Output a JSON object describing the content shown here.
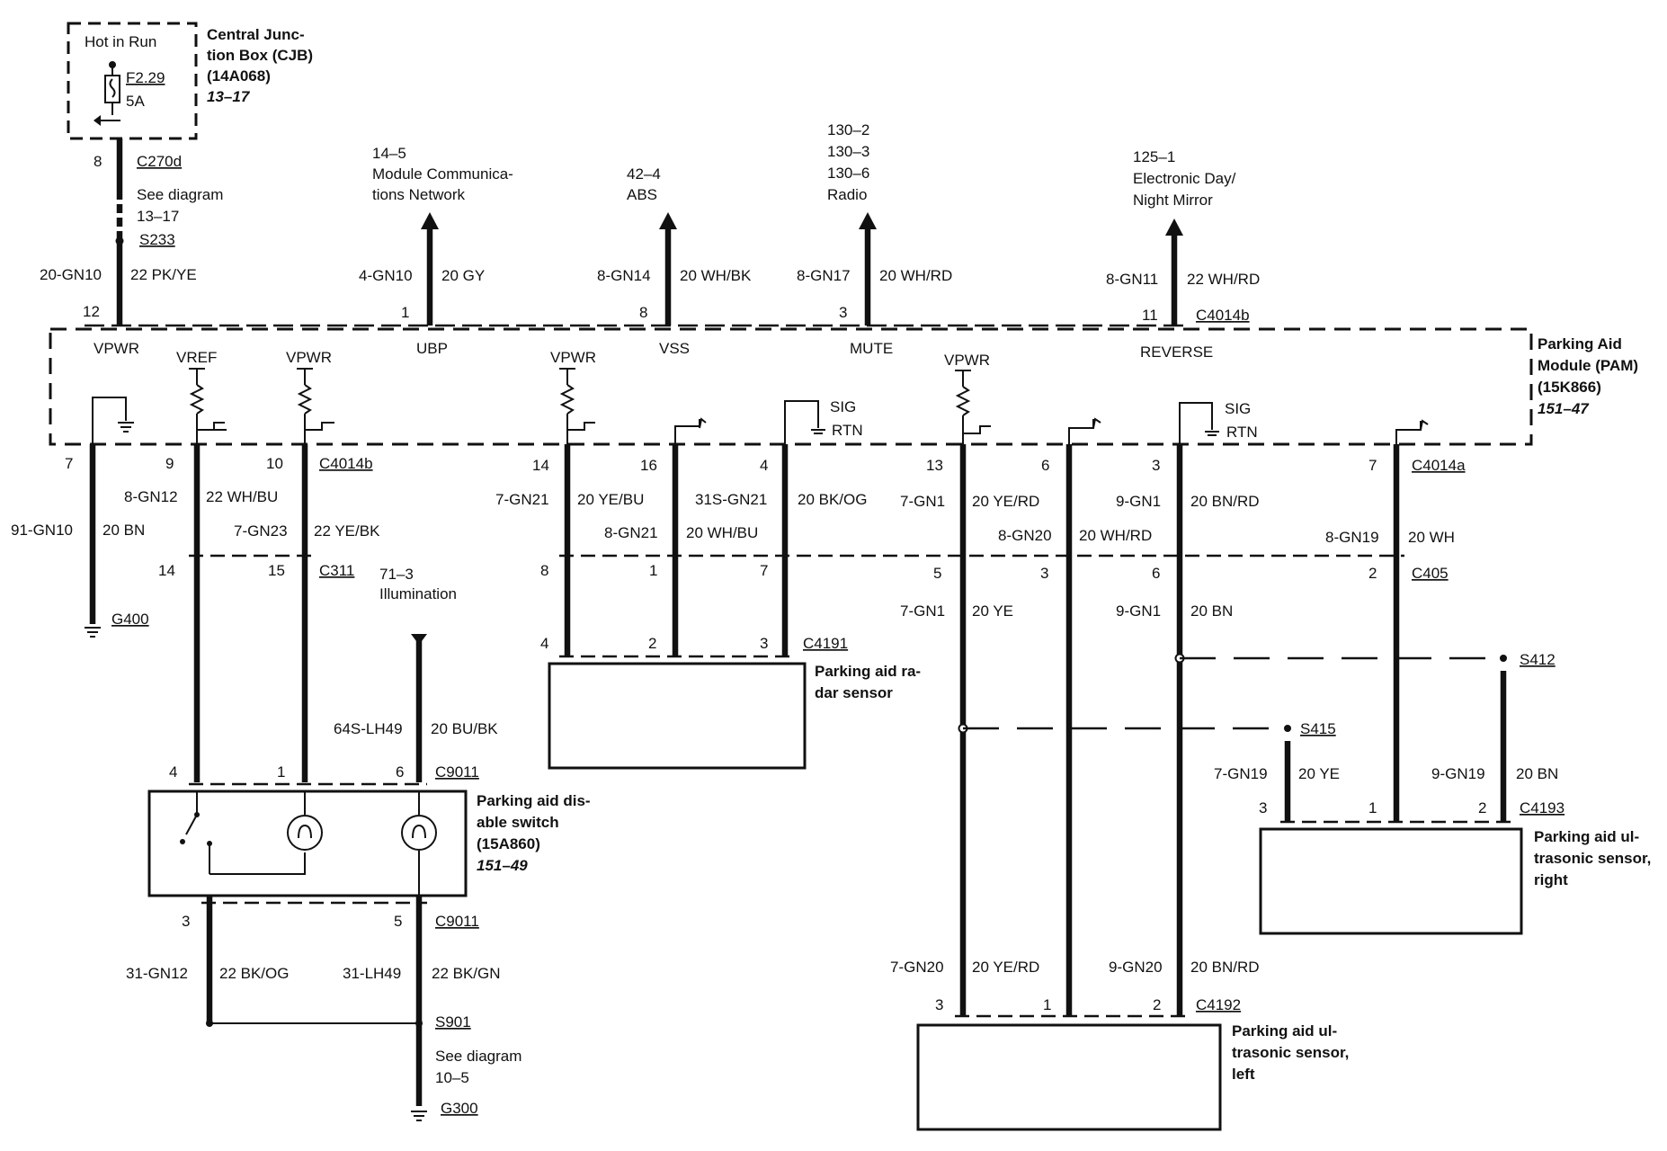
{
  "cjb": {
    "hot_in_run": "Hot in Run",
    "fuse_id": "F2.29",
    "fuse_amp": "5A",
    "title": [
      "Central Junc-",
      "tion Box (CJB)",
      "(14A068)"
    ],
    "ref": "13–17"
  },
  "vpwr_feed": {
    "pin": "8",
    "connector": "C270d",
    "see1": "See diagram",
    "see2": "13–17",
    "splice": "S233",
    "circuit": "20-GN10",
    "wire": "22 PK/YE",
    "pam_pin": "12"
  },
  "outputs": [
    {
      "refs": [
        "14–5",
        "Module Communica-",
        "tions Network"
      ],
      "circuit": "4-GN10",
      "wire": "20 GY",
      "pin": "1",
      "label": "UBP"
    },
    {
      "refs": [
        "42–4",
        "ABS"
      ],
      "circuit": "8-GN14",
      "wire": "20 WH/BK",
      "pin": "8",
      "label": "VSS"
    },
    {
      "refs": [
        "130–2",
        "130–3",
        "130–6",
        "Radio"
      ],
      "circuit": "8-GN17",
      "wire": "20 WH/RD",
      "pin": "3",
      "label": "MUTE"
    },
    {
      "refs": [
        "125–1",
        "Electronic Day/",
        "Night Mirror"
      ],
      "circuit": "8-GN11",
      "wire": "22 WH/RD",
      "pin": "11",
      "label": "REVERSE"
    }
  ],
  "pam": {
    "connector_top": "C4014b",
    "title": [
      "Parking Aid",
      "Module (PAM)",
      "(15K866)"
    ],
    "ref": "151–47",
    "vpwr_label": "VPWR",
    "vref_label": "VREF",
    "sig": "SIG",
    "rtn": "RTN",
    "connector_b": "C4014b",
    "connector_a": "C4014a"
  },
  "ground_g400": {
    "pin": "7",
    "circuit": "91-GN10",
    "wire": "20 BN",
    "ground": "G400"
  },
  "switch_wires": {
    "w1": {
      "pin": "9",
      "circuit": "8-GN12",
      "wire": "22 WH/BU",
      "inline_pin": "14"
    },
    "w2": {
      "pin": "10",
      "circuit": "7-GN23",
      "wire": "22 YE/BK",
      "inline_pin": "15"
    },
    "inline_connector": "C311",
    "illum_ref": "71–3",
    "illum": "Illumination",
    "illum_circuit": "64S-LH49",
    "illum_wire": "20 BU/BK",
    "sw_pin_a": "4",
    "sw_pin_b": "1",
    "sw_pin_c": "6",
    "sw_connector": "C9011",
    "sw_title": [
      "Parking aid dis-",
      "able switch",
      "(15A860)"
    ],
    "sw_ref": "151–49",
    "bottom_pin_a": "3",
    "bottom_pin_b": "5",
    "bottom_connector": "C9011",
    "b_circuit_a": "31-GN12",
    "b_wire_a": "22 BK/OG",
    "b_circuit_b": "31-LH49",
    "b_wire_b": "22 BK/GN",
    "splice": "S901",
    "see1": "See diagram",
    "see2": "10–5",
    "ground": "G300"
  },
  "radar": {
    "w1": {
      "pin": "14",
      "circuit": "7-GN21",
      "wire": "20 YE/BU",
      "inline_pin": "8",
      "sensor_pin": "4"
    },
    "w2": {
      "pin": "16",
      "circuit": "8-GN21",
      "wire": "20 WH/BU",
      "inline_pin": "1",
      "sensor_pin": "2"
    },
    "w3": {
      "pin": "4",
      "circuit": "31S-GN21",
      "wire": "20 BK/OG",
      "inline_pin": "7",
      "sensor_pin": "3"
    },
    "connector": "C4191",
    "title": [
      "Parking aid ra-",
      "dar sensor"
    ]
  },
  "left_sensor": {
    "w1": {
      "pin": "13",
      "circuit": "7-GN1",
      "wire": "20 YE/RD",
      "inline_pin": "5",
      "circuit2": "7-GN1",
      "wire2": "20 YE",
      "circuit3": "7-GN20",
      "wire3": "20 YE/RD",
      "sensor_pin": "3"
    },
    "w2": {
      "pin": "6",
      "circuit": "8-GN20",
      "wire": "20 WH/RD",
      "inline_pin": "3",
      "sensor_pin": "1"
    },
    "w3": {
      "pin": "3",
      "circuit": "9-GN1",
      "wire": "20 BN/RD",
      "inline_pin": "6",
      "circuit2": "9-GN1",
      "wire2": "20 BN",
      "circuit3": "9-GN20",
      "wire3": "20 BN/RD",
      "sensor_pin": "2"
    },
    "connector": "C4192",
    "title": [
      "Parking aid ul-",
      "trasonic sensor,",
      "left"
    ]
  },
  "right_sensor": {
    "w2": {
      "pin": "7",
      "circuit": "8-GN19",
      "wire": "20 WH",
      "inline_pin": "2",
      "sensor_pin": "1"
    },
    "inline_connector": "C405",
    "splice_a": "S415",
    "splice_b": "S412",
    "ye_circuit": "7-GN19",
    "ye_wire": "20 YE",
    "ye_pin": "3",
    "bn_circuit": "9-GN19",
    "bn_wire": "20 BN",
    "bn_pin": "2",
    "connector": "C4193",
    "title": [
      "Parking aid ul-",
      "trasonic sensor,",
      "right"
    ]
  }
}
